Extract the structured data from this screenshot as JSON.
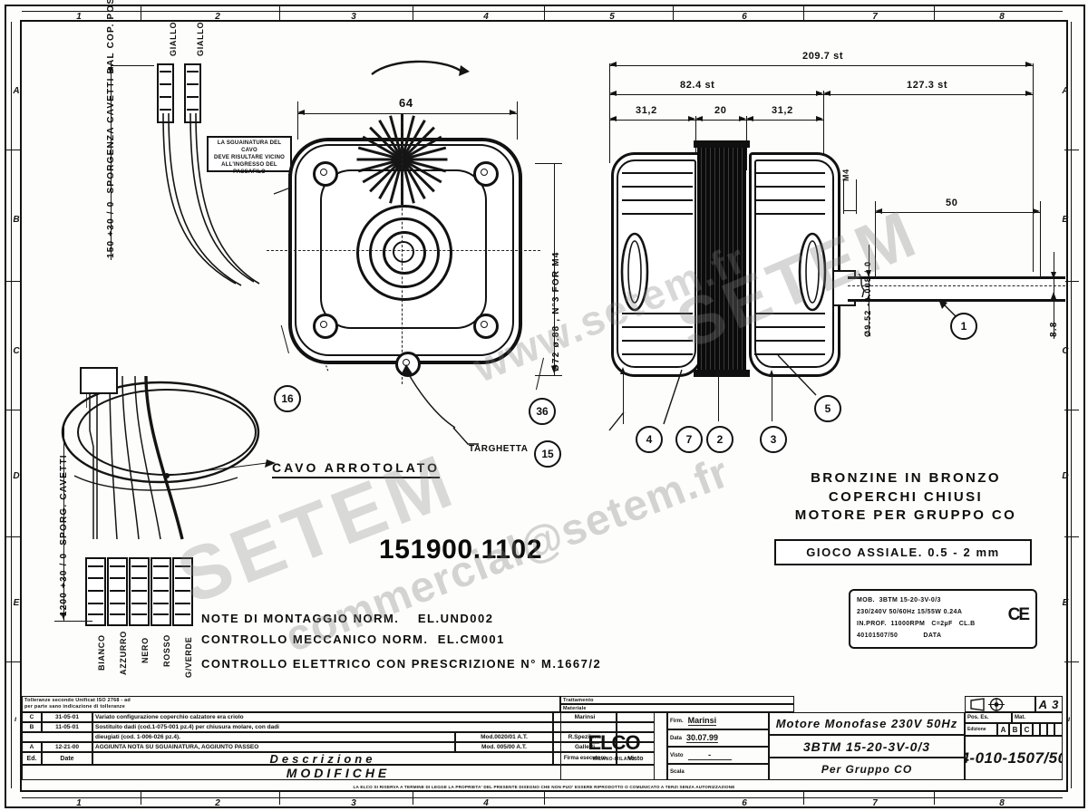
{
  "drawing": {
    "part_number": "151900.1102",
    "drawing_number": "4-010-1507/50",
    "sheet_format": "A 3",
    "border_columns": [
      "1",
      "2",
      "3",
      "4",
      "5",
      "6",
      "7",
      "8"
    ],
    "border_rows": [
      "A",
      "B",
      "C",
      "D",
      "E"
    ]
  },
  "descriptions": {
    "line1": "BRONZINE IN BRONZO",
    "line2": "COPERCHI CHIUSI",
    "line3": "MOTORE PER GRUPPO CO",
    "gioco_assiale": "GIOCO ASSIALE. 0.5 - 2 mm"
  },
  "notes": {
    "line1": "NOTE DI MONTAGGIO NORM.    EL.UND002",
    "line2": "CONTROLLO MECCANICO NORM.  EL.CM001",
    "line3": "CONTROLLO ELETTRICO CON PRESCRIZIONE N° M.1667/2",
    "cavo": "CAVO ARROTOLATO",
    "targhetta": "TARGHETTA",
    "note_box_l1": "LA SGUAINATURA DEL CAVO",
    "note_box_l2": "DEVE RISULTARE VICINO",
    "note_box_l3": "ALL'INGRESSO DEL PASSAFILO"
  },
  "nameplate": {
    "l1": "MOB.  3BTM 15-20-3V-0/3",
    "l2": "230/240V 50/60Hz 15/55W 0.24A",
    "l3": "IN.PROF.  11000RPM   C=2µF   CL.B",
    "l4": "40101507/50            DATA",
    "ce": "CE"
  },
  "dimensions": {
    "overall_length": "209.7 st",
    "left_length": "82.4 st",
    "right_length": "127.3 st",
    "seg_left": "31,2",
    "seg_mid": "20",
    "seg_right": "31,2",
    "front_width": "64",
    "bolt_circle": "Ø72 ø.88 , N°3 FOR M4",
    "shaft_len": "50",
    "shaft_dia": "Ø9.52 -0.008 / 0",
    "shaft_end": "8.8",
    "thread": "M4",
    "cable_proj": "150 +30 / 0  SPORGENZA CAVETTI DAL COP. POST.",
    "cable_len": "1200 +30 / 0  SPORG. CAVETTI"
  },
  "callouts": [
    "16",
    "36",
    "15",
    "4",
    "7",
    "2",
    "3",
    "5",
    "1"
  ],
  "wire_labels": [
    "BIANCO",
    "AZZURRO",
    "NERO",
    "ROSSO",
    "G/VERDE"
  ],
  "top_wire_labels": [
    "GIALLO",
    "GIALLO"
  ],
  "title_block": {
    "firm_label": "Firm.",
    "firm_value": "Marinsi",
    "date_label": "Data",
    "date_value": "30.07.99",
    "visto_label": "Visto",
    "visto_value": "-",
    "scala_label": "Scala",
    "scala_value": "",
    "main_title": "Motore Monofase  230V    50Hz",
    "model": "3BTM  15-20-3V-0/3",
    "subtitle": "Per Gruppo CO",
    "pos_label": "Pos. Es.",
    "mat_label": "Mat.",
    "edizione_label": "Edizione",
    "abc": [
      "A",
      "B",
      "C"
    ],
    "tolerance_note_l1": "Tolleranze secondo Unificat ISO 2768 - ad",
    "tolerance_note_l2": "per parte sano indicazione di tolleranze",
    "treat_label": "Trattamento",
    "material_label": "Materiale",
    "legal_note": "LA ELCO SI RISERVA A TERMINE DI LEGGE LA PROPRIETA' DEL PRESENTE DISEGNO CHE NON PUO' ESSERE RIPRODOTTO O COMUNICATO A TERZI SENZA AUTORIZZAZIONE",
    "logo_mark": "ELCO",
    "logo_sub": "MILANO-MILANO"
  },
  "modifiche": {
    "header": "MODIFICHE",
    "columns": [
      "Ed.",
      "Date",
      "Descrizione",
      "Firma esecutore",
      "Visto"
    ],
    "rows": [
      {
        "ed": "C",
        "date": "31-05-01",
        "desc": "Variato configurazione coperchio calzatore era criolo",
        "firma": "Marinsi",
        "visto": ""
      },
      {
        "ed": "B",
        "date": "11-05-01",
        "desc": "Sostituito dadi (cod.1-075-001 pz.4) per chiusura molare, con dadi",
        "desc2": "dieugiati (cod. 1-006-026 pz.4).",
        "ref": "Mod.0020/01 A.T.",
        "firma": "R.Speziione",
        "visto": ""
      },
      {
        "ed": "A",
        "date": "12-21-00",
        "desc": "AGGIUNTA NOTA SU SGUAINATURA, AGGIUNTO PASSEO",
        "ref": "Mod. 005/00 A.T.",
        "firma": "Galletti",
        "visto": ""
      }
    ]
  },
  "watermarks": {
    "w1": "www.setem.fr",
    "w2": "SETEM",
    "w3": "commercial@setem.fr",
    "w4": "SETEM"
  },
  "colors": {
    "ink": "#111111",
    "paper": "#fdfdfb",
    "watermark": "rgba(120,120,120,0.26)"
  }
}
